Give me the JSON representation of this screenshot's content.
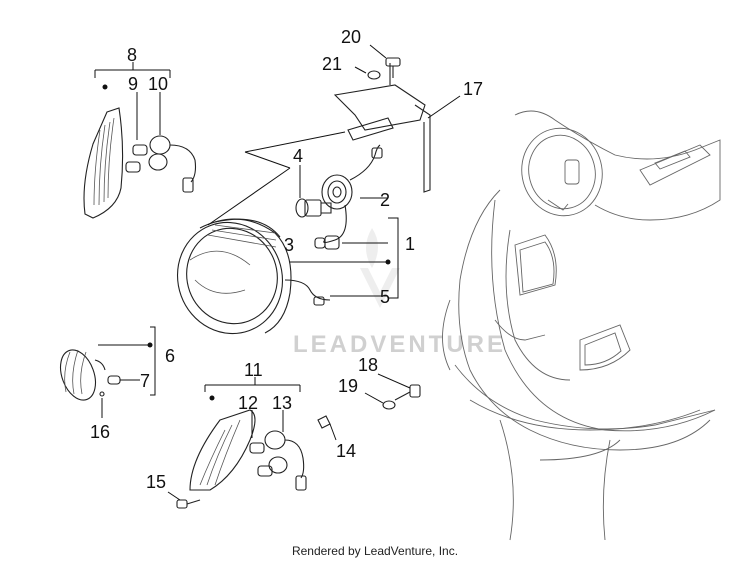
{
  "callouts": {
    "c1": "1",
    "c2": "2",
    "c3": "3",
    "c4": "4",
    "c5": "5",
    "c6": "6",
    "c7": "7",
    "c8": "8",
    "c9": "9",
    "c10": "10",
    "c11": "11",
    "c12": "12",
    "c13": "13",
    "c14": "14",
    "c15": "15",
    "c16": "16",
    "c17": "17",
    "c18": "18",
    "c19": "19",
    "c20": "20",
    "c21": "21"
  },
  "watermark": "LEADVENTURE",
  "footer": "Rendered by LeadVenture, Inc."
}
